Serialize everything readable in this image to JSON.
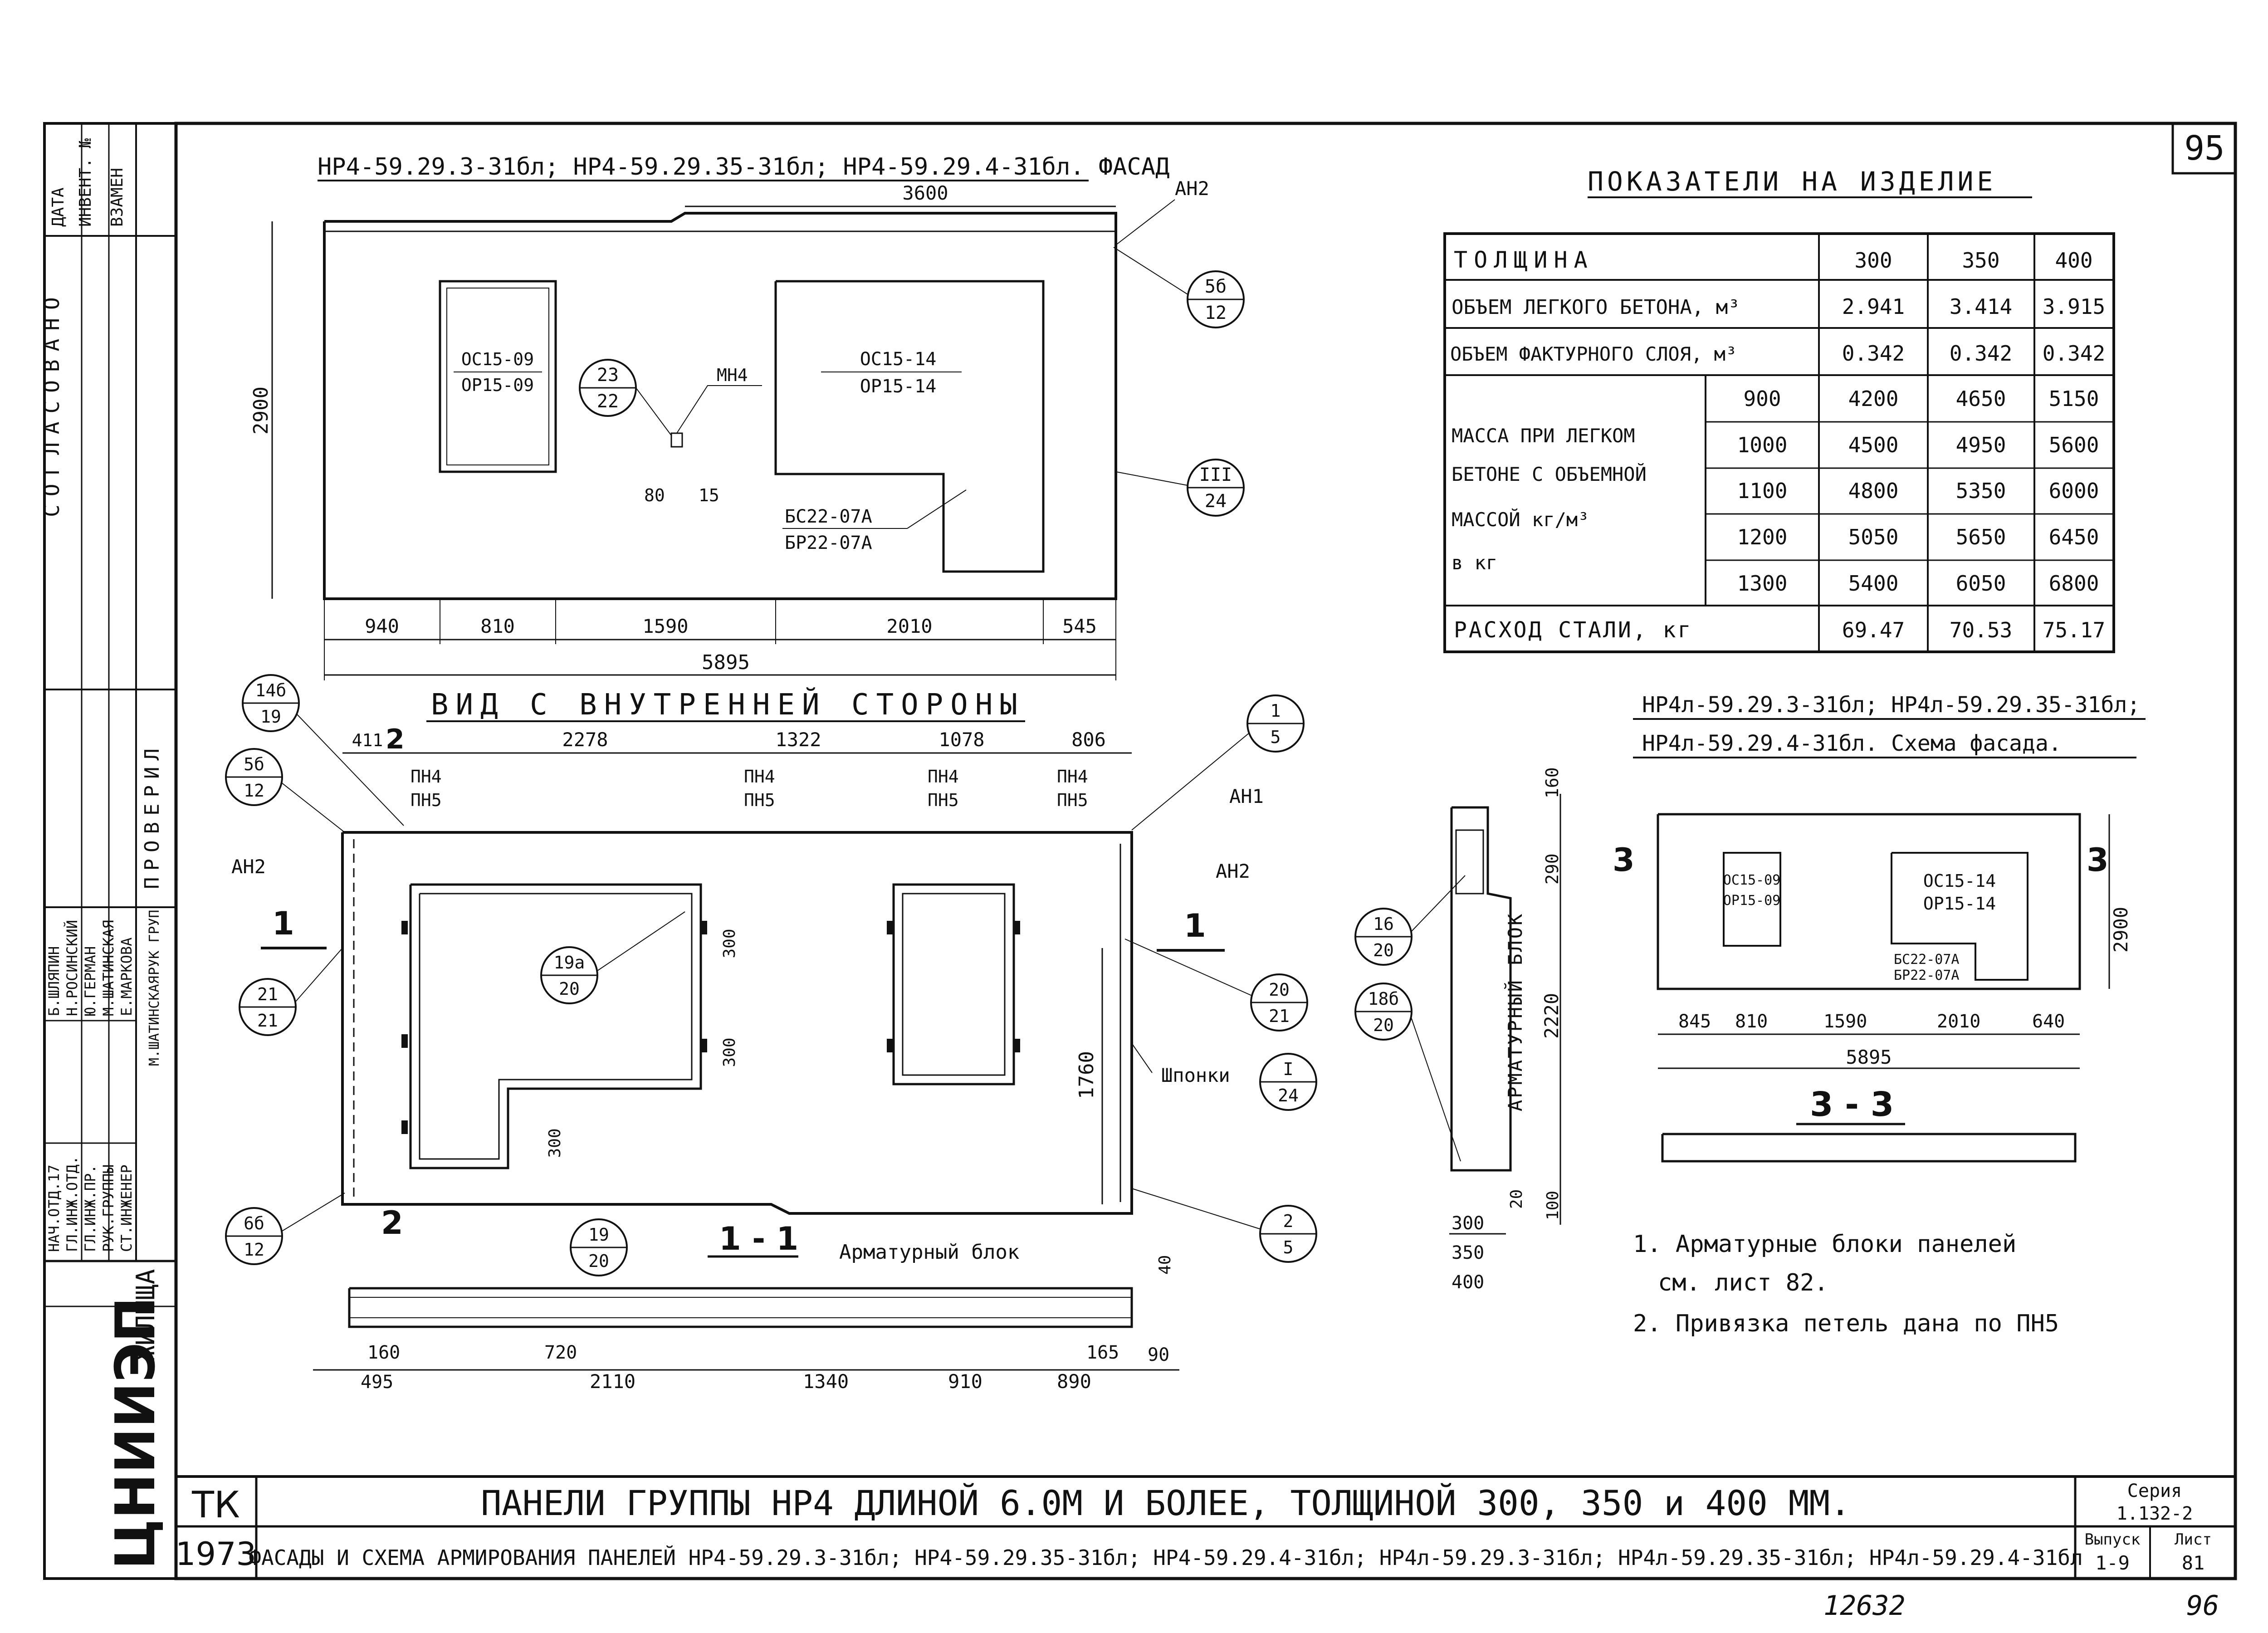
{
  "sheet": {
    "page_number": "95",
    "stamp_number": "12632",
    "bottom_number": "96"
  },
  "side_labels": {
    "date": "ДАТА",
    "inv": "ИНВЕНТ. №",
    "replace": "ВЗАМЕН",
    "agreed": "СОГЛАСОВАНО",
    "checked": "ПРОВЕРИЛ",
    "group_lead": "РУК ГРУП",
    "org": "ЦНИИЭП",
    "org_suffix": "ЖИЛИЩА"
  },
  "signatures": [
    {
      "role": "НАЧ.ОТД.17",
      "name": "Б.ШЛЯПИН"
    },
    {
      "role": "ГЛ.ИНЖ.ОТД.",
      "name": "Н.РОСИНСКИЙ"
    },
    {
      "role": "ГЛ.ИНЖ.ПР.",
      "name": "Ю.ГЕРМАН"
    },
    {
      "role": "РУК.ГРУППЫ",
      "name": "М.ШАТИНСКАЯ"
    },
    {
      "role": "СТ.ИНЖЕНЕР",
      "name": "Е.МАРКОВА"
    }
  ],
  "checked_by": "М.ШАТИНСКАЯ",
  "facade": {
    "title": "НР4-59.29.3-31бл; НР4-59.29.35-31бл; НР4-59.29.4-31бл. ФАСАД",
    "dim_top": "3600",
    "dim_height": "2900",
    "dims_bottom": [
      "940",
      "810",
      "1590",
      "2010",
      "545"
    ],
    "dim_total": "5895",
    "window1": {
      "top": "ОС15-09",
      "bottom": "ОР15-09"
    },
    "window2": {
      "top": "ОС15-14",
      "bottom": "ОР15-14"
    },
    "door": {
      "top": "БС22-07А",
      "bottom": "БР22-07А"
    },
    "mn4": "МН4",
    "d80": "80",
    "d15": "15",
    "an2": "АН2",
    "callouts": [
      {
        "top": "23",
        "bottom": "22"
      },
      {
        "top": "5б",
        "bottom": "12"
      },
      {
        "top": "III",
        "bottom": "24"
      }
    ]
  },
  "table": {
    "title": "ПОКАЗАТЕЛИ НА ИЗДЕЛИЕ",
    "rows": [
      {
        "label": "ТОЛЩИНА",
        "values": [
          "300",
          "350",
          "400"
        ]
      },
      {
        "label": "ОБЪЕМ ЛЕГКОГО БЕТОНА, м³",
        "values": [
          "2.941",
          "3.414",
          "3.915"
        ]
      },
      {
        "label": "ОБЪЕМ ФАКТУРНОГО СЛОЯ, м³",
        "values": [
          "0.342",
          "0.342",
          "0.342"
        ]
      }
    ],
    "mass_label": [
      "МАССА ПРИ ЛЕГКОМ",
      "БЕТОНЕ С ОБЪЕМНОЙ",
      "МАССОЙ  кг/м³",
      "в  кг"
    ],
    "mass_rows": [
      {
        "density": "900",
        "values": [
          "4200",
          "4650",
          "5150"
        ]
      },
      {
        "density": "1000",
        "values": [
          "4500",
          "4950",
          "5600"
        ]
      },
      {
        "density": "1100",
        "values": [
          "4800",
          "5350",
          "6000"
        ]
      },
      {
        "density": "1200",
        "values": [
          "5050",
          "5650",
          "6450"
        ]
      },
      {
        "density": "1300",
        "values": [
          "5400",
          "6050",
          "6800"
        ]
      }
    ],
    "steel": {
      "label": "РАСХОД  СТАЛИ, кг",
      "values": [
        "69.47",
        "70.53",
        "75.17"
      ]
    }
  },
  "inner": {
    "title": "ВИД С ВНУТРЕННЕЙ СТОРОНЫ",
    "dims_top": [
      "411",
      "2278",
      "1322",
      "1078",
      "806"
    ],
    "loops": [
      {
        "top": "ПН4",
        "bottom": "ПН5"
      },
      {
        "top": "ПН4",
        "bottom": "ПН5"
      },
      {
        "top": "ПН4",
        "bottom": "ПН5"
      },
      {
        "top": "ПН4",
        "bottom": "ПН5"
      }
    ],
    "d300": "300",
    "d1760": "1760",
    "an1": "АН1",
    "an2": "АН2",
    "keys": "Шпонки",
    "sec1": "1",
    "sec2": "2",
    "callouts": [
      {
        "top": "14б",
        "bottom": "19"
      },
      {
        "top": "5б",
        "bottom": "12"
      },
      {
        "top": "21",
        "bottom": "21"
      },
      {
        "top": "6б",
        "bottom": "12"
      },
      {
        "top": "19а",
        "bottom": "20"
      },
      {
        "top": "1",
        "bottom": "5"
      },
      {
        "top": "20",
        "bottom": "21"
      },
      {
        "top": "I",
        "bottom": "24"
      },
      {
        "top": "2",
        "bottom": "5"
      }
    ]
  },
  "section11": {
    "title": "1 - 1",
    "label": "Арматурный блок",
    "dims_a": [
      "160",
      "720"
    ],
    "dims_b": [
      "495",
      "2110",
      "1340",
      "910",
      "890"
    ],
    "d165": "165",
    "d90": "90",
    "d40": "40",
    "callout": {
      "top": "19",
      "bottom": "20"
    }
  },
  "section22": {
    "label": "АРМАТУРНЫЙ БЛОК",
    "dims_v": [
      "160",
      "290",
      "2220",
      "20",
      "100"
    ],
    "thick": [
      "300",
      "350",
      "400"
    ],
    "callouts": [
      {
        "top": "16",
        "bottom": "20"
      },
      {
        "top": "18б",
        "bottom": "20"
      }
    ]
  },
  "scheme": {
    "title1": "НР4л-59.29.3-31бл; НР4л-59.29.35-31бл;",
    "title2": "НР4л-59.29.4-31бл. Схема фасада.",
    "window1": {
      "top": "ОС15-09",
      "bottom": "ОР15-09"
    },
    "window2": {
      "top": "ОС15-14",
      "bottom": "ОР15-14"
    },
    "door": {
      "top": "БС22-07А",
      "bottom": "БР22-07А"
    },
    "dims": [
      "845",
      "810",
      "1590",
      "2010",
      "640"
    ],
    "total": "5895",
    "height": "2900",
    "sec": "3",
    "sec_title": "3 - 3"
  },
  "notes": [
    "1. Арматурные блоки панелей",
    "см. лист 82.",
    "2. Привязка петель дана по ПН5"
  ],
  "title_block": {
    "tk": "ТК",
    "year": "1973",
    "title": "ПАНЕЛИ  ГРУППЫ  НР4  ДЛИНОЙ  6.0М И БОЛЕЕ,  ТОЛЩИНОЙ  300, 350 и 400 ММ.",
    "subtitle": "ФАСАДЫ И СХЕМА АРМИРОВАНИЯ ПАНЕЛЕЙ НР4-59.29.3-31бл; НР4-59.29.35-31бл; НР4-59.29.4-31бл; НР4л-59.29.3-31бл; НР4л-59.29.35-31бл; НР4л-59.29.4-31бл",
    "series_label": "Серия",
    "series": "1.132-2",
    "issue_label": "Выпуск",
    "issue": "1-9",
    "sheet_label": "Лист",
    "sheet": "81"
  }
}
